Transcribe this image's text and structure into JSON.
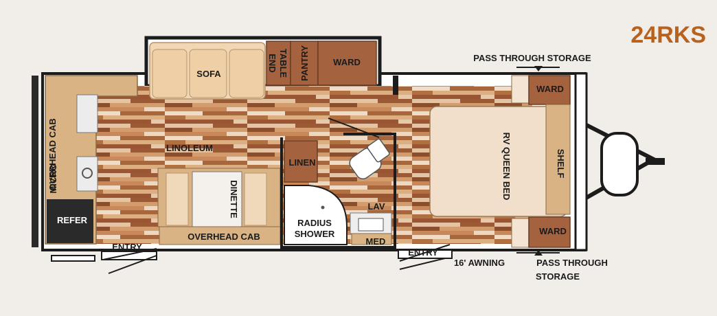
{
  "model": "24RKS",
  "colors": {
    "background": "#f1ede9",
    "wall": "#1c1c1c",
    "floor_wood": "#b77a4c",
    "cabinet_tan": "#d9b384",
    "cabinet_dark": "#a5623f",
    "refer": "#2a2a2a",
    "bed": "#f2dfcb",
    "title": "#b8621e"
  },
  "labels": {
    "overhead_cab_left": "OVERHEAD CAB",
    "micro": "MICRO",
    "refer": "REFER",
    "entry_left": "ENTRY",
    "linoleum": "LINOLEUM",
    "sofa": "SOFA",
    "end_table_line1": "END",
    "end_table_line2": "TABLE",
    "pantry": "PANTRY",
    "ward_top": "WARD",
    "dinette": "DINETTE",
    "overhead_cab_bottom": "OVERHEAD CAB",
    "linen": "LINEN",
    "radius_shower_line1": "RADIUS",
    "radius_shower_line2": "SHOWER",
    "lav": "LAV",
    "med": "MED",
    "entry_right": "ENTRY",
    "awning": "16' AWNING",
    "rv_queen_bed": "RV QUEEN BED",
    "ward_bed_top": "WARD",
    "ward_bed_bottom": "WARD",
    "shelf": "SHELF",
    "pass_through_top": "PASS THROUGH STORAGE",
    "pass_through_bottom_line1": "PASS THROUGH",
    "pass_through_bottom_line2": "STORAGE"
  }
}
